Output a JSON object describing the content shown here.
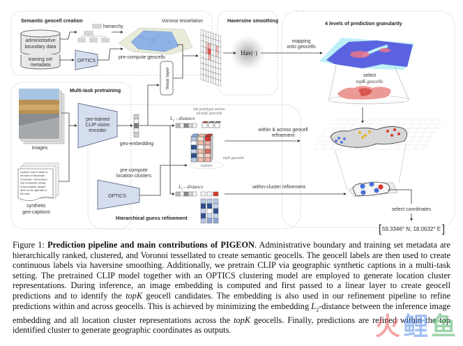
{
  "figure": {
    "sections": {
      "semantic_geocell": "Semantic geocell creation",
      "voronoi": "Voronoi tesselation",
      "haversine": "Haversine smoothing",
      "granularity": "4 levels of prediction granularity",
      "pretraining": "Multi-task pretraining",
      "refinement": "Hierarchical guess refinement"
    },
    "labels": {
      "hierarchy": "hierarchy",
      "admin_line1": "administrative",
      "admin_line2": "boundary data",
      "train_line1": "training set",
      "train_line2": "metadata",
      "optics_top": "OPTICS",
      "precompute_geocells": "pre-compute geocells",
      "hav": "Hav(·)",
      "mapping_line1": "mapping",
      "mapping_line2": "onto geocells",
      "select_line1": "select",
      "select_line2": "topK geocells",
      "images": "images",
      "clip_line1": "pre-trained",
      "clip_line2": "CLIP vision",
      "clip_line3": "encoder",
      "geo_embedding": "geo-embedding",
      "linear_layer": "linear layer",
      "l2_top": "L₂ - distance",
      "top_proto_line1": "top prototype across",
      "top_proto_line2": "all topK geocells",
      "topk_geocells": "topK geocells",
      "clusters": "clusters",
      "within_across_line1": "within & across geocell",
      "within_across_line2": "refinement",
      "precompute_clusters_line1": "pre-compute",
      "precompute_clusters_line2": "location clusters",
      "optics_bottom": "OPTICS",
      "l2_bottom": "L₂ - distance",
      "within_cluster": "within-cluster refinement",
      "synthetic_line1": "synthetic",
      "synthetic_line2": "geo-captions",
      "select_coords": "select coordinates",
      "coords": "59.3346° N, 18.0632° E"
    },
    "geo_caption_text": [
      "A photo I took in close to",
      "the town of Stockholm",
      "in Sweden. This location",
      "has a subarctic climate.",
      "In this location, people",
      "drive on the right side of",
      "the road."
    ],
    "colors": {
      "encoder_fill": "#d5deee",
      "heat_red": "#e04a3f",
      "heat_light": "#f3b3ad",
      "map_blue": "#5b63e0",
      "map_water": "#bdf0f7",
      "cluster_blue": "#2f4f8f",
      "cluster_red": "#d83a2e"
    }
  },
  "caption": {
    "prefix": "Figure 1: ",
    "title": "Prediction pipeline and main contributions of PIGEON",
    "p1": ". Administrative boundary and training set metadata are hierarchically ranked, clustered, and Voronoi tessellated to create semantic geocells. The geocell labels are then used to create continuous labels via haversine smoothing. Additionally, we pretrain CLIP via geographic synthetic captions in a multi-task setting. The pretrained CLIP model together with an OPTICS clustering model are employed to generate location cluster representations. During inference, an image embedding is computed and first passed to a linear layer to create geocell predictions and to identify the ",
    "topk1": "topK",
    "p2": " geocell candidates. The embedding is also used in our refinement pipeline to refine predictions within and across geocells. This is achieved by minimizing the embedding ",
    "l2": "L",
    "l2sub": "2",
    "p3": "-distance between the inference image embedding and all location cluster representations across the ",
    "topk2": "topK",
    "p4": " geocells. Finally, predictions are refined within the top identified cluster to generate geographic coordinates as outputs."
  },
  "watermark": {
    "chars": [
      "火",
      "鲤",
      "鱼"
    ],
    "colors": [
      "#f06060",
      "#5b8ff0",
      "#4fb36a"
    ]
  }
}
